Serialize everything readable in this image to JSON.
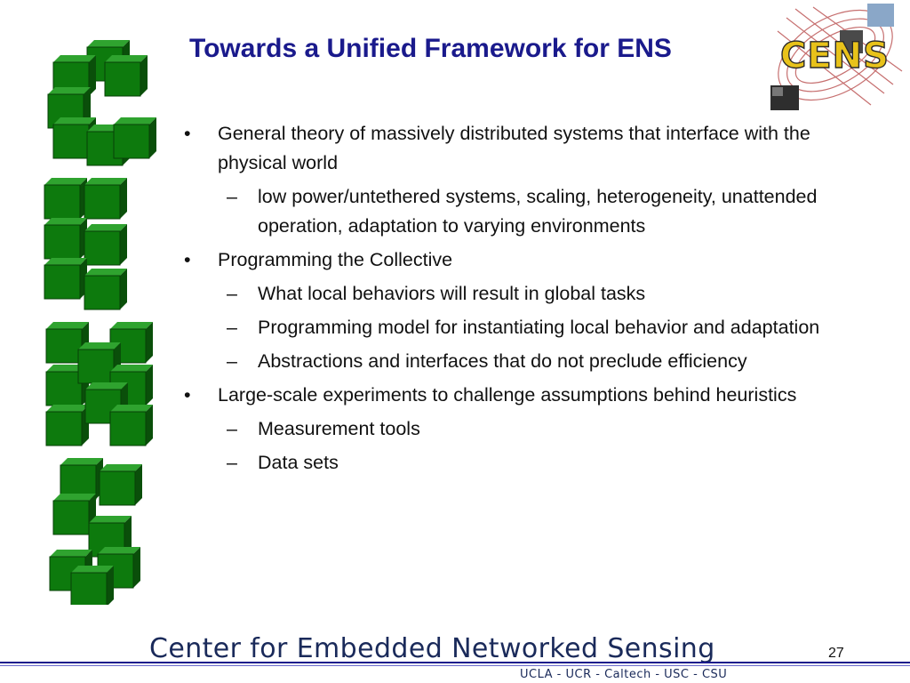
{
  "slide": {
    "title": "Towards a Unified Framework for ENS",
    "logo_text": "CENS",
    "page_number": "27"
  },
  "side_logo": {
    "letters": [
      "C",
      "E",
      "N",
      "S"
    ],
    "color": "#0d6b0d"
  },
  "bullets": [
    {
      "text": "General theory of massively distributed systems that interface with the physical world",
      "subs": [
        "low power/untethered systems, scaling, heterogeneity, unattended operation, adaptation to varying environments"
      ]
    },
    {
      "text": "Programming the Collective",
      "subs": [
        "What local behaviors will result in global tasks",
        "Programming model for instantiating local behavior and adaptation",
        "Abstractions and interfaces that do not preclude efficiency"
      ]
    },
    {
      "text": "Large-scale experiments to challenge assumptions behind heuristics",
      "subs": [
        "Measurement tools",
        "Data sets"
      ]
    }
  ],
  "footer": {
    "title": "Center for Embedded Networked Sensing",
    "subtitle": "UCLA - UCR - Caltech - USC - CSU"
  },
  "colors": {
    "title": "#1a1a8c",
    "accent_green": "#0d6b0d",
    "logo_yellow": "#e8c21a"
  }
}
